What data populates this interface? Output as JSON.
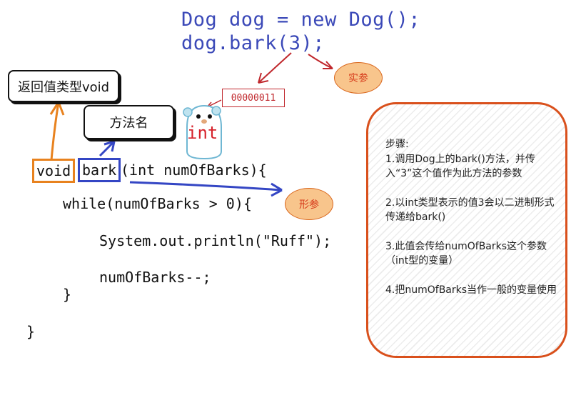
{
  "code_top": {
    "line1": "Dog dog = new Dog();",
    "line2": "dog.bark(3);"
  },
  "labels": {
    "return_type": "返回值类型void",
    "method_name": "方法名",
    "actual_param": "实参",
    "formal_param": "形参",
    "binary_value": "00000011",
    "int_label": "int"
  },
  "code": {
    "void_kw": "void",
    "bark_kw": "bark",
    "sig_rest": "(int numOfBarks){",
    "while_line": "while(numOfBarks > 0){",
    "println_line": "System.out.println(\"Ruff\");",
    "decrement_line": "numOfBarks--;",
    "close_inner": "}",
    "close_outer": "}"
  },
  "steps": {
    "title": "步骤:",
    "s1": "1.调用Dog上的bark()方法，并传入“3”这个值作为此方法的参数",
    "s2": "2.以int类型表示的值3会以二进制形式传递给bark()",
    "s3": "3.此值会传给numOfBarks这个参数（int型的变量）",
    "s4": "4.把numOfBarks当作一般的变量使用"
  },
  "colors": {
    "code_blue": "#3b49b8",
    "orange": "#e8821e",
    "red": "#c0282d",
    "ellipse_fill": "#f8c58c",
    "steps_border": "#d9501c"
  },
  "icons": {
    "mascot": "gopher-mascot-icon"
  }
}
